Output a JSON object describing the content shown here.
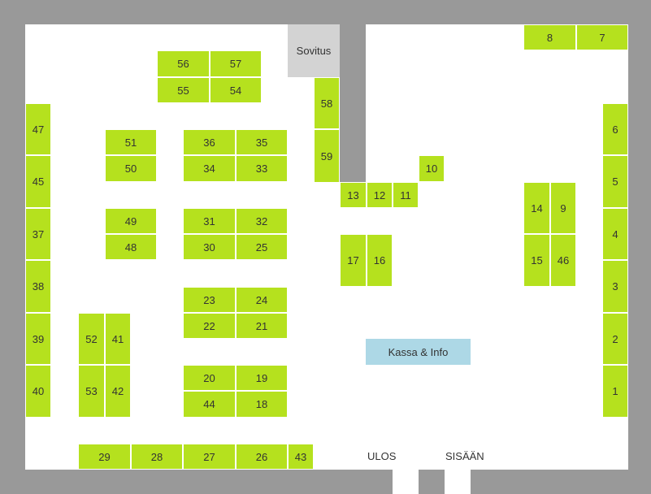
{
  "map": {
    "fitting_room": "Sovitus",
    "checkout": "Kassa & Info",
    "exit_label": "ULOS",
    "entrance_label": "SISÄÄN",
    "colors": {
      "stall": "#b5e11e",
      "fitting_room": "#d3d3d3",
      "checkout": "#add8e6",
      "wall": "#999999",
      "floor": "#ffffff"
    }
  },
  "stalls": [
    "1",
    "2",
    "3",
    "4",
    "5",
    "6",
    "7",
    "8",
    "9",
    "10",
    "11",
    "12",
    "13",
    "14",
    "15",
    "16",
    "17",
    "18",
    "19",
    "20",
    "21",
    "22",
    "23",
    "24",
    "25",
    "26",
    "27",
    "28",
    "29",
    "30",
    "31",
    "32",
    "33",
    "34",
    "35",
    "36",
    "37",
    "38",
    "39",
    "40",
    "41",
    "42",
    "43",
    "44",
    "45",
    "46",
    "47",
    "48",
    "49",
    "50",
    "51",
    "52",
    "53",
    "54",
    "55",
    "56",
    "57",
    "58",
    "59"
  ]
}
